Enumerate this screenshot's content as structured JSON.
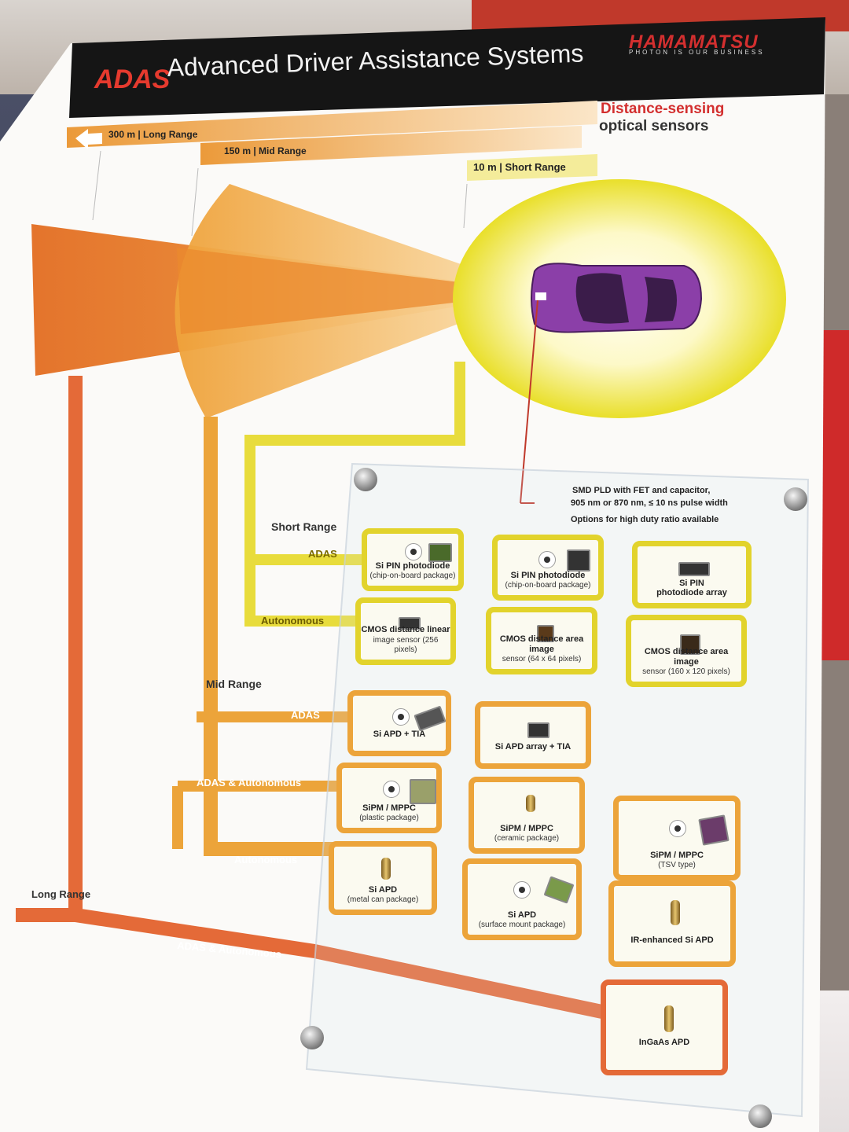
{
  "header": {
    "adas": "ADAS",
    "title": "Advanced Driver Assistance Systems",
    "brand": "HAMAMATSU",
    "tagline": "PHOTON IS OUR BUSINESS"
  },
  "subtitle": {
    "line1": "Distance-sensing",
    "line2": "optical sensors"
  },
  "ranges": {
    "long": "300 m  |  Long Range",
    "mid": "150 m  |  Mid Range",
    "short": "10 m  |  Short Range"
  },
  "pld_note": {
    "line1": "SMD PLD with FET and capacitor,",
    "line2": "905 nm or 870 nm, ≤ 10 ns pulse width",
    "line3": "Options for high duty ratio available"
  },
  "side_labels": {
    "short_range": "Short Range",
    "short_adas": "ADAS",
    "short_autonomous": "Autonomous",
    "mid_range": "Mid Range",
    "mid_adas": "ADAS",
    "mid_adas_auto": "ADAS & Autonomous",
    "mid_autonomous": "Autonomous",
    "long_range": "Long Range",
    "long_adas_auto": "ADAS & Autonomous"
  },
  "cards": {
    "c1": {
      "name": "Si PIN photodiode",
      "sub": "(chip-on-board package)"
    },
    "c2": {
      "name": "Si PIN photodiode",
      "sub": "(chip-on-board package)"
    },
    "c3": {
      "name": "Si PIN",
      "sub": "photodiode array"
    },
    "c4": {
      "name": "CMOS distance linear",
      "sub": "image sensor (256 pixels)"
    },
    "c5": {
      "name": "CMOS distance area image",
      "sub": "sensor (64 x 64 pixels)"
    },
    "c6": {
      "name": "CMOS distance area image",
      "sub": "sensor (160 x 120 pixels)"
    },
    "c7": {
      "name": "Si APD + TIA"
    },
    "c8": {
      "name": "Si APD array + TIA"
    },
    "c9": {
      "name": "SiPM / MPPC",
      "sub": "(plastic package)"
    },
    "c10": {
      "name": "SiPM / MPPC",
      "sub": "(ceramic package)"
    },
    "c11": {
      "name": "SiPM / MPPC",
      "sub": "(TSV type)"
    },
    "c12": {
      "name": "Si APD",
      "sub": "(metal can package)"
    },
    "c13": {
      "name": "Si APD",
      "sub": "(surface mount package)"
    },
    "c14": {
      "name": "IR-enhanced Si APD"
    },
    "c15": {
      "name": "InGaAs APD"
    }
  },
  "colors": {
    "short": "#e2d32c",
    "mid": "#eca43a",
    "long": "#e46a38",
    "brand_red": "#d32f2f",
    "header_black": "#151515",
    "car": "#8b3fa8"
  }
}
